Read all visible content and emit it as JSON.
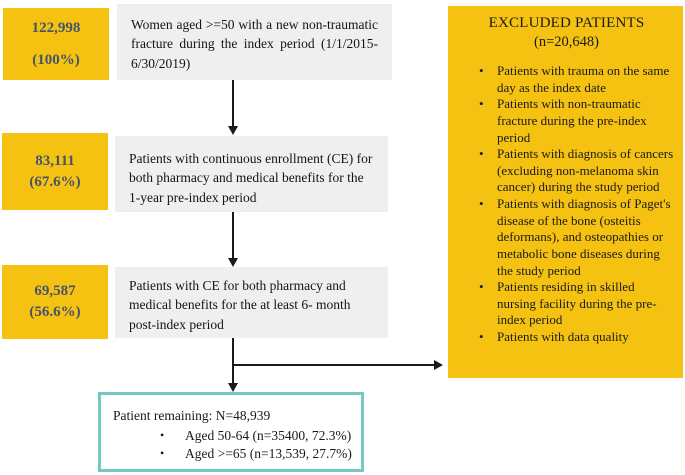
{
  "colors": {
    "amber": "#F5C211",
    "gray_box": "#F0EFEF",
    "teal_border": "#74C7C3",
    "count_text": "#44546A",
    "arrow": "#1A1A1A"
  },
  "flow": {
    "steps": [
      {
        "count": "122,998",
        "percent": "(100%)",
        "description": "Women aged >=50 with a new non-traumatic fracture during the index period (1/1/2015-6/30/2019)"
      },
      {
        "count": "83,111",
        "percent": "(67.6%)",
        "description": "Patients with continuous enrollment (CE) for both pharmacy and medical benefits for the 1-year pre-index period"
      },
      {
        "count": "69,587",
        "percent": "(56.6%)",
        "description": "Patients with CE for both pharmacy and medical benefits for the at least 6- month post-index period"
      }
    ],
    "final_box": {
      "title": "Patient remaining: N=48,939",
      "bullets": [
        "Aged 50-64 (n=35400, 72.3%)",
        "Aged >=65 (n=13,539, 27.7%)"
      ]
    }
  },
  "excluded": {
    "title": "EXCLUDED PATIENTS",
    "subtitle": "(n=20,648)",
    "bullets": [
      "Patients with trauma on the same day as the index date",
      "Patients with non-traumatic fracture during the pre-index period",
      "Patients with diagnosis of cancers (excluding non-melanoma skin cancer) during the study period",
      "Patients with diagnosis of Paget's disease of the bone (osteitis deformans), and osteopathies or metabolic bone diseases during the study period",
      "Patients residing in skilled nursing facility during the pre-index period",
      "Patients with data quality"
    ]
  }
}
